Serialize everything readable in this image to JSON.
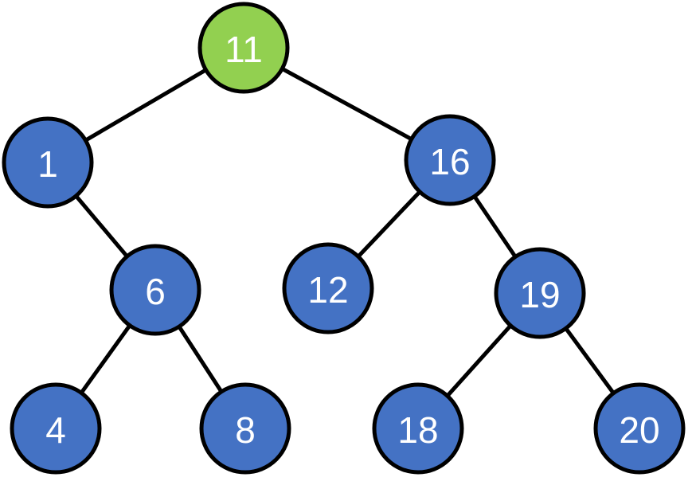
{
  "colors": {
    "root_fill": "#92D050",
    "node_fill": "#4472C4",
    "edge": "#000000",
    "label": "#FFFFFF",
    "outline": "#000000"
  },
  "tree": {
    "root": "n11",
    "nodes": [
      {
        "id": "n11",
        "label": "11",
        "parent": null,
        "highlight": true
      },
      {
        "id": "n1",
        "label": "1",
        "parent": "n11",
        "highlight": false
      },
      {
        "id": "n16",
        "label": "16",
        "parent": "n11",
        "highlight": false
      },
      {
        "id": "n6",
        "label": "6",
        "parent": "n1",
        "highlight": false
      },
      {
        "id": "n12",
        "label": "12",
        "parent": "n16",
        "highlight": false
      },
      {
        "id": "n19",
        "label": "19",
        "parent": "n16",
        "highlight": false
      },
      {
        "id": "n4",
        "label": "4",
        "parent": "n6",
        "highlight": false
      },
      {
        "id": "n8",
        "label": "8",
        "parent": "n6",
        "highlight": false
      },
      {
        "id": "n18",
        "label": "18",
        "parent": "n19",
        "highlight": false
      },
      {
        "id": "n20",
        "label": "20",
        "parent": "n19",
        "highlight": false
      }
    ]
  }
}
